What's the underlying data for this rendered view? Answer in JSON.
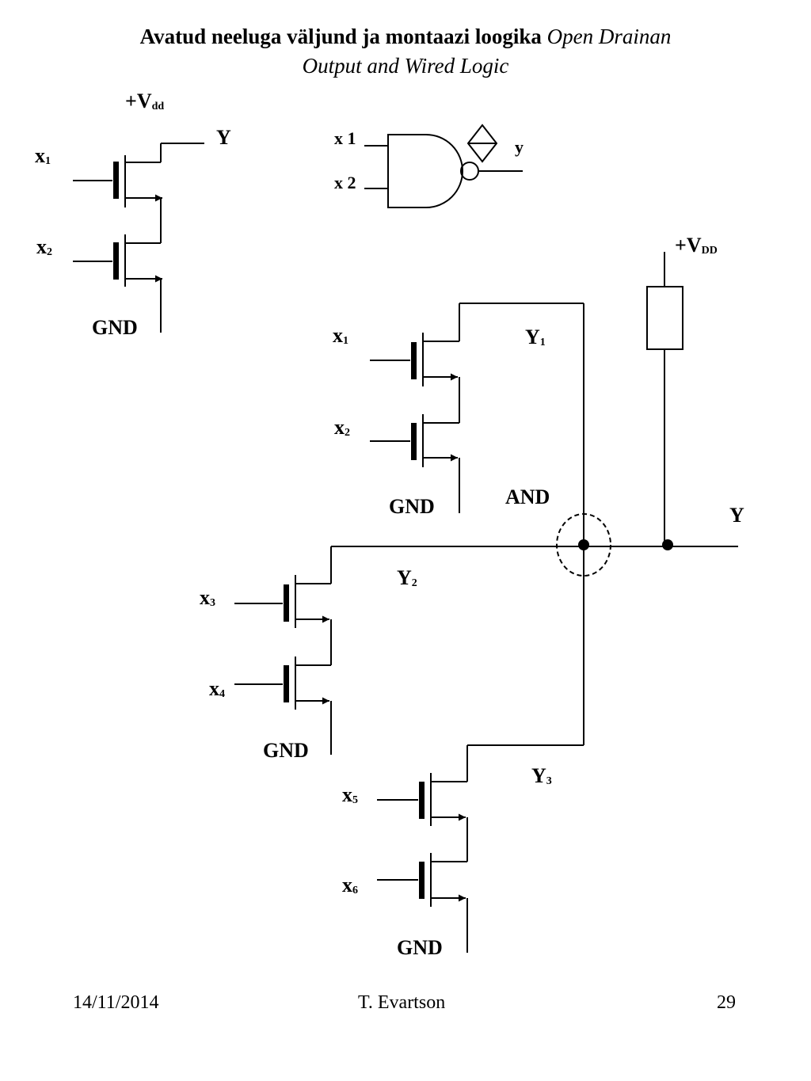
{
  "title": {
    "bold": "Avatud neeluga väljund ja montaazi loogika",
    "italic_a": "Open Drainan",
    "italic_b": "Output and Wired Logic"
  },
  "labels": {
    "vdd_small_plus_v": "+V",
    "vdd_small_sub": "dd",
    "y_top": "Y",
    "x1_top": "x",
    "x1_top_sub": "1",
    "x2_top": "x",
    "x2_top_sub": "2",
    "gnd_top": "GND",
    "nand_x1": "x 1",
    "nand_x2": "x 2",
    "nand_y": "y",
    "vdd_big_plus_v": "+V",
    "vdd_big_sub": "DD",
    "g1_x1": "x",
    "g1_x1_sub": "1",
    "g1_x2": "x",
    "g1_x2_sub": "2",
    "g1_gnd": "GND",
    "y1": "Y",
    "y1_sub": "1",
    "and_label": "AND",
    "y_out": "Y",
    "y2": "Y",
    "y2_sub": "2",
    "g2_x3": "x",
    "g2_x3_sub": "3",
    "g2_x4": "x",
    "g2_x4_sub": "4",
    "g2_gnd": "GND",
    "y3": "Y",
    "y3_sub": "3",
    "g3_x5": "x",
    "g3_x5_sub": "5",
    "g3_x6": "x",
    "g3_x6_sub": "6",
    "g3_gnd": "GND"
  },
  "footer": {
    "date": "14/11/2014",
    "author": "T. Evartson",
    "page": "29"
  }
}
